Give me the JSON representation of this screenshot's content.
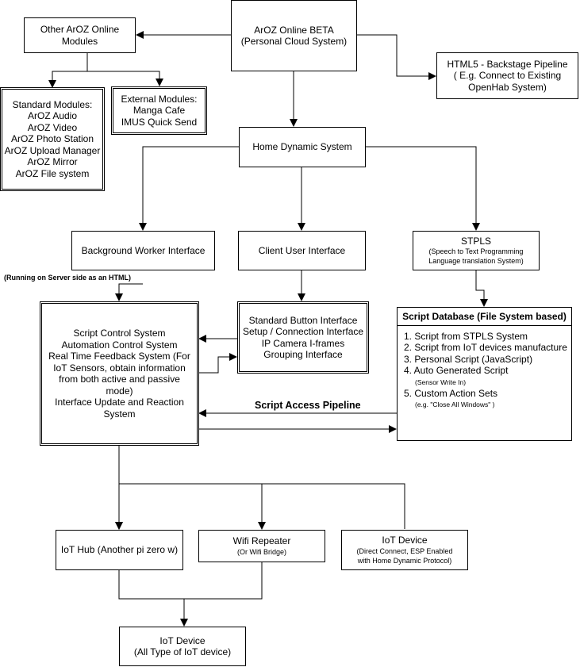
{
  "nodes": {
    "aroz_online": {
      "lines": [
        "ArOZ Online BETA",
        "(Personal Cloud System)"
      ]
    },
    "other_modules": {
      "lines": [
        "Other ArOZ Online",
        "Modules"
      ]
    },
    "html5_pipeline": {
      "lines": [
        "HTML5 - Backstage Pipeline",
        "( E.g. Connect to Existing",
        "OpenHab System)"
      ]
    },
    "standard_modules": {
      "lines": [
        "Standard Modules:",
        "ArOZ Audio",
        "ArOZ Video",
        "ArOZ Photo Station",
        "ArOZ Upload Manager",
        "ArOZ Mirror",
        "ArOZ File system"
      ]
    },
    "external_modules": {
      "lines": [
        "External Modules:",
        "Manga Cafe",
        "IMUS Quick Send"
      ]
    },
    "home_dynamic": {
      "lines": [
        "Home Dynamic System"
      ]
    },
    "background_worker": {
      "lines": [
        "Background Worker Interface"
      ]
    },
    "client_ui": {
      "lines": [
        "Client User Interface"
      ]
    },
    "stpls": {
      "title": "STPLS",
      "lines": [
        "(Speech to Text Programming",
        "Language translation System)"
      ]
    },
    "script_control": {
      "lines": [
        "Script Control System",
        "Automation Control System",
        "Real Time Feedback System (For",
        "IoT Sensors, obtain information",
        "from both active and passive",
        "mode)",
        "Interface Update and Reaction",
        "System"
      ]
    },
    "standard_button": {
      "lines": [
        "Standard Button Interface",
        "Setup / Connection Interface",
        "IP Camera I-frames",
        "Grouping Interface"
      ]
    },
    "script_database": {
      "title": "Script Database (File System based)",
      "items": [
        {
          "text": "1. Script from STPLS System",
          "sub": ""
        },
        {
          "text": "2. Script from IoT devices manufacture",
          "sub": ""
        },
        {
          "text": "3. Personal Script (JavaScript)",
          "sub": ""
        },
        {
          "text": "4. Auto Generated Script",
          "sub": "(Sensor Write In)"
        },
        {
          "text": "5. Custom Action Sets",
          "sub": "(e.g. \"Close All Windows\" )"
        }
      ]
    },
    "iot_hub": {
      "lines": [
        "IoT Hub (Another pi zero w)"
      ]
    },
    "wifi_repeater": {
      "title": "Wifi Repeater",
      "lines": [
        "(Or Wifi Bridge)"
      ]
    },
    "iot_device_direct": {
      "title": "IoT Device",
      "lines": [
        "(Direct Connect, ESP Enabled",
        "with Home Dynamic Protocol)"
      ]
    },
    "iot_device_all": {
      "lines": [
        "IoT Device",
        "(All Type of IoT device)"
      ]
    }
  },
  "labels": {
    "running_on_server": "(Running on Server side as an HTML)",
    "script_access_pipeline": "Script Access Pipeline"
  }
}
